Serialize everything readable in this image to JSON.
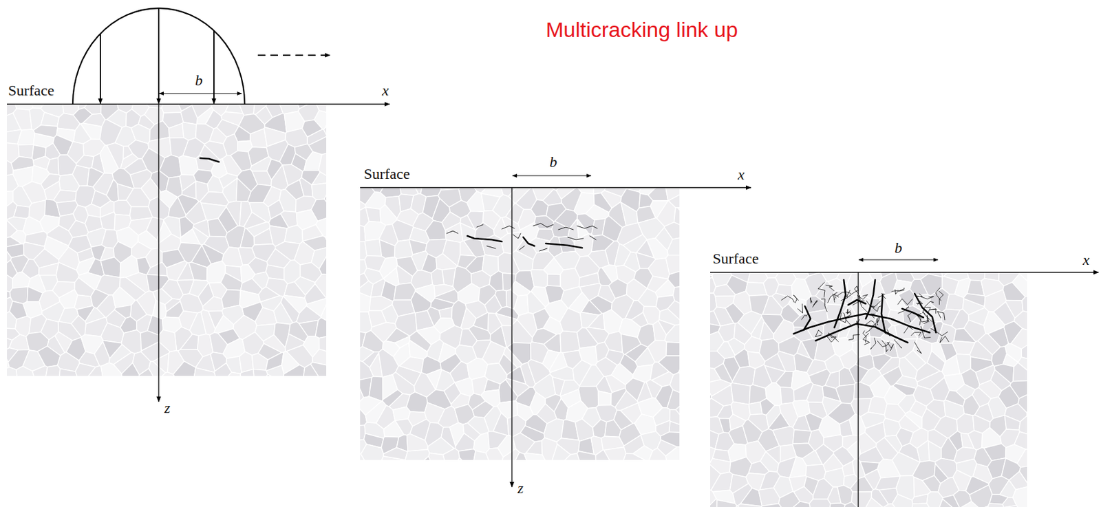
{
  "diagram": {
    "title": "Multicracking link up",
    "labels": [
      "Surface",
      "b",
      "x",
      "z",
      "Surface",
      "b",
      "x",
      "z",
      "Surface",
      "b",
      "x"
    ]
  }
}
